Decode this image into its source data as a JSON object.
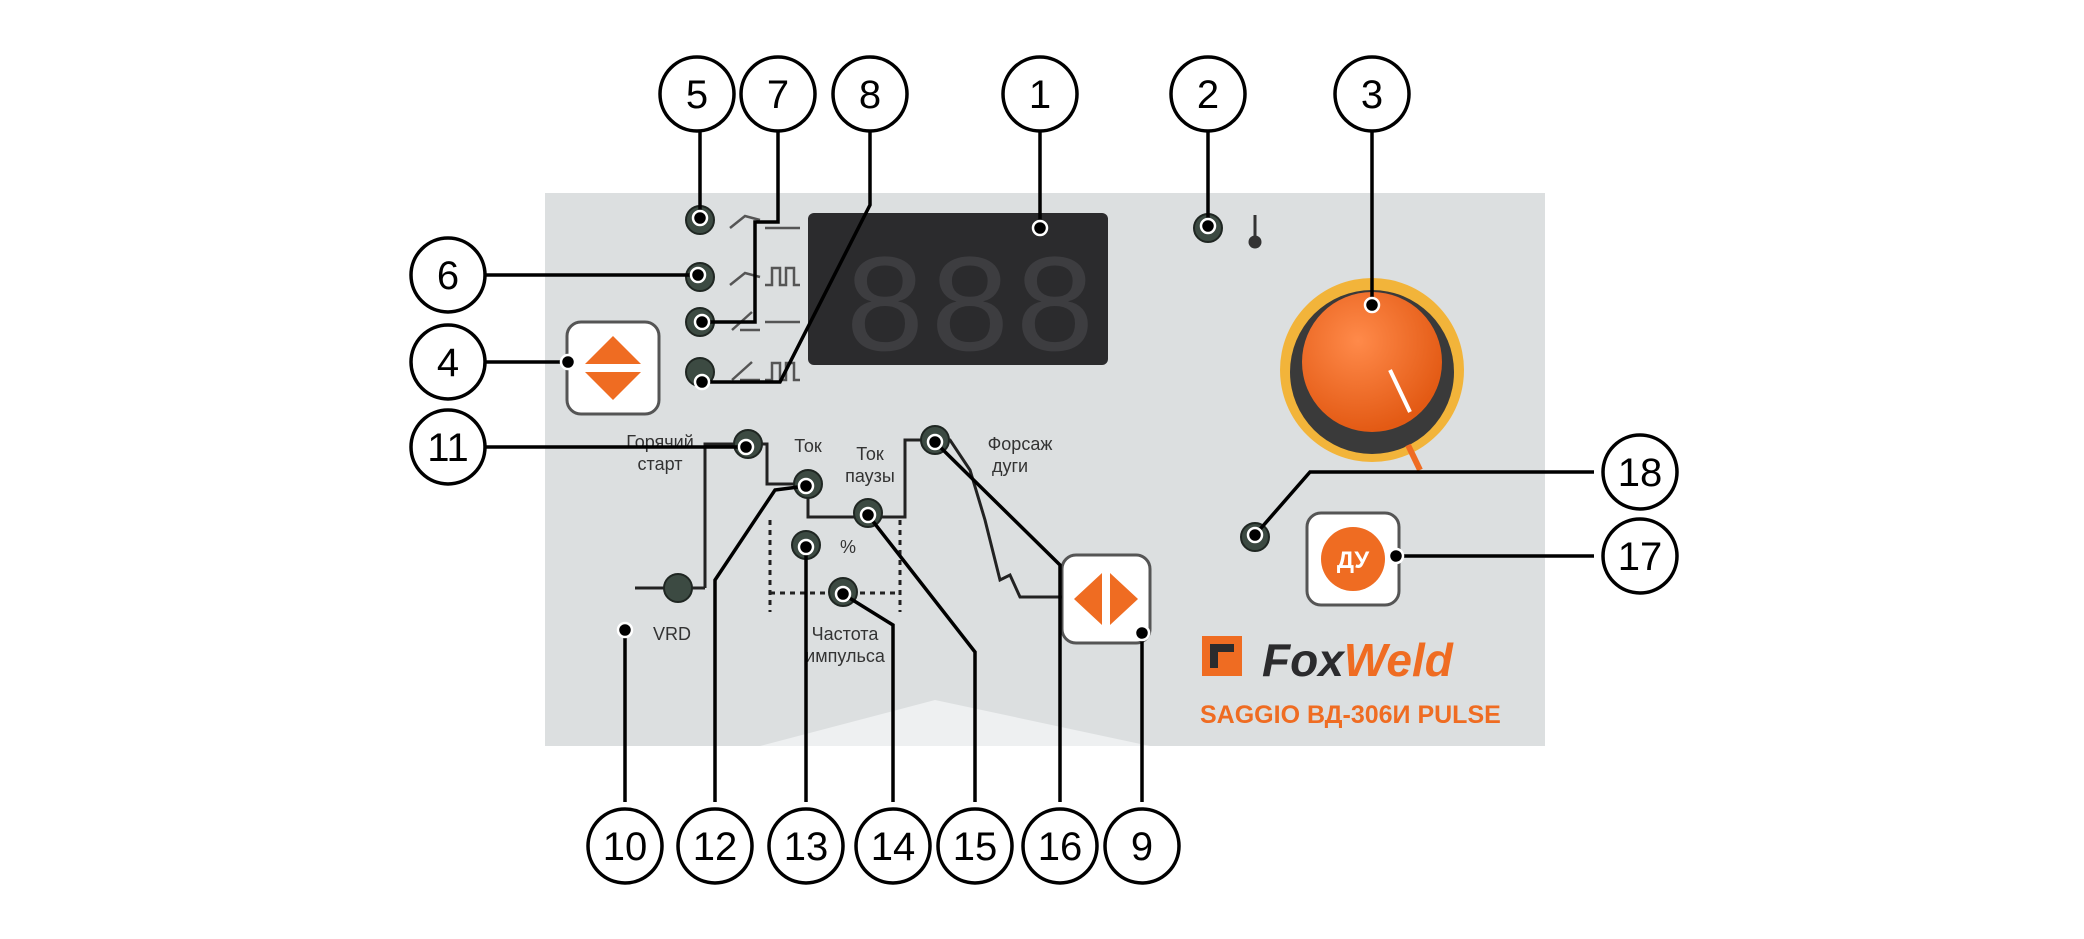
{
  "panel": {
    "labels": {
      "hot_start": [
        "Горячий",
        "старт"
      ],
      "current": "Ток",
      "pause_current": [
        "Ток",
        "паузы"
      ],
      "arc_force": [
        "Форсаж",
        "дуги"
      ],
      "percent": "%",
      "pulse_frequency": [
        "Частота",
        "импульса"
      ],
      "vrd": "VRD",
      "remote_button": "ДУ"
    },
    "display": {
      "digits": [
        "8",
        "8",
        "8"
      ]
    },
    "brand": {
      "name_part1": "Fox",
      "name_part2": "Weld",
      "model": "SAGGIO ВД-306И PULSE"
    },
    "colors": {
      "panel": "#dcdfe0",
      "accent_orange": "#ef6c22",
      "display_bg": "#2b2b2d",
      "led": "#3c4a42"
    }
  },
  "callouts": [
    "1",
    "2",
    "3",
    "4",
    "5",
    "6",
    "7",
    "8",
    "9",
    "10",
    "11",
    "12",
    "13",
    "14",
    "15",
    "16",
    "17",
    "18"
  ]
}
